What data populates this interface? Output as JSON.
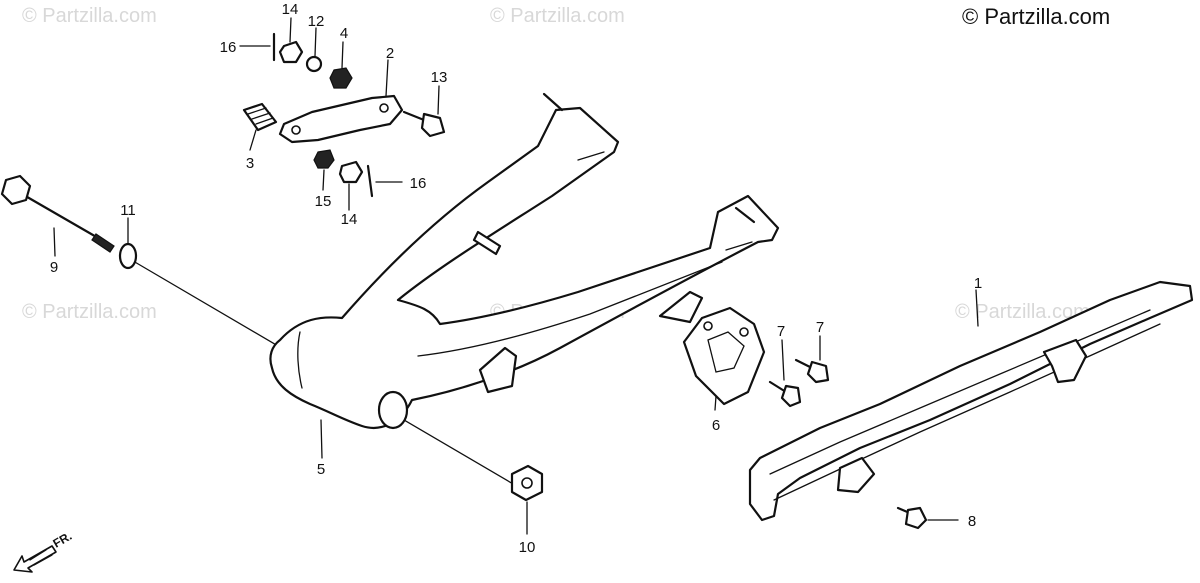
{
  "copyright": "© Partzilla.com",
  "watermark": "© Partzilla.com",
  "front_marker": "FR.",
  "callouts": [
    "1",
    "2",
    "3",
    "4",
    "5",
    "6",
    "7",
    "7",
    "8",
    "9",
    "10",
    "11",
    "12",
    "13",
    "14",
    "14",
    "15",
    "16",
    "16"
  ]
}
